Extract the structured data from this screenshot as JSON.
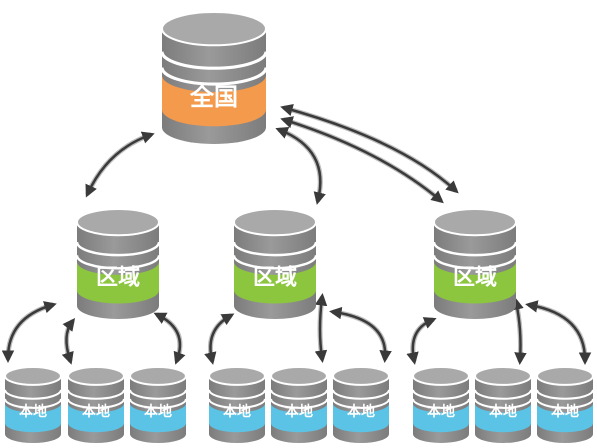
{
  "colors": {
    "cylinder_body": "#8f8f8f",
    "cylinder_top": "#a9a9a9",
    "national_band": "#f39a4c",
    "regional_band": "#8cc63f",
    "local_band": "#5bc3e6",
    "arrow": "#3a3a3a"
  },
  "nodes": {
    "national": {
      "label": "全国"
    },
    "regional": [
      {
        "label": "区域"
      },
      {
        "label": "区域"
      },
      {
        "label": "区域"
      }
    ],
    "local": [
      {
        "label": "本地"
      },
      {
        "label": "本地"
      },
      {
        "label": "本地"
      },
      {
        "label": "本地"
      },
      {
        "label": "本地"
      },
      {
        "label": "本地"
      },
      {
        "label": "本地"
      },
      {
        "label": "本地"
      },
      {
        "label": "本地"
      }
    ]
  },
  "connections": {
    "national_to_regional": "bidirectional",
    "regional_to_local": "bidirectional"
  }
}
